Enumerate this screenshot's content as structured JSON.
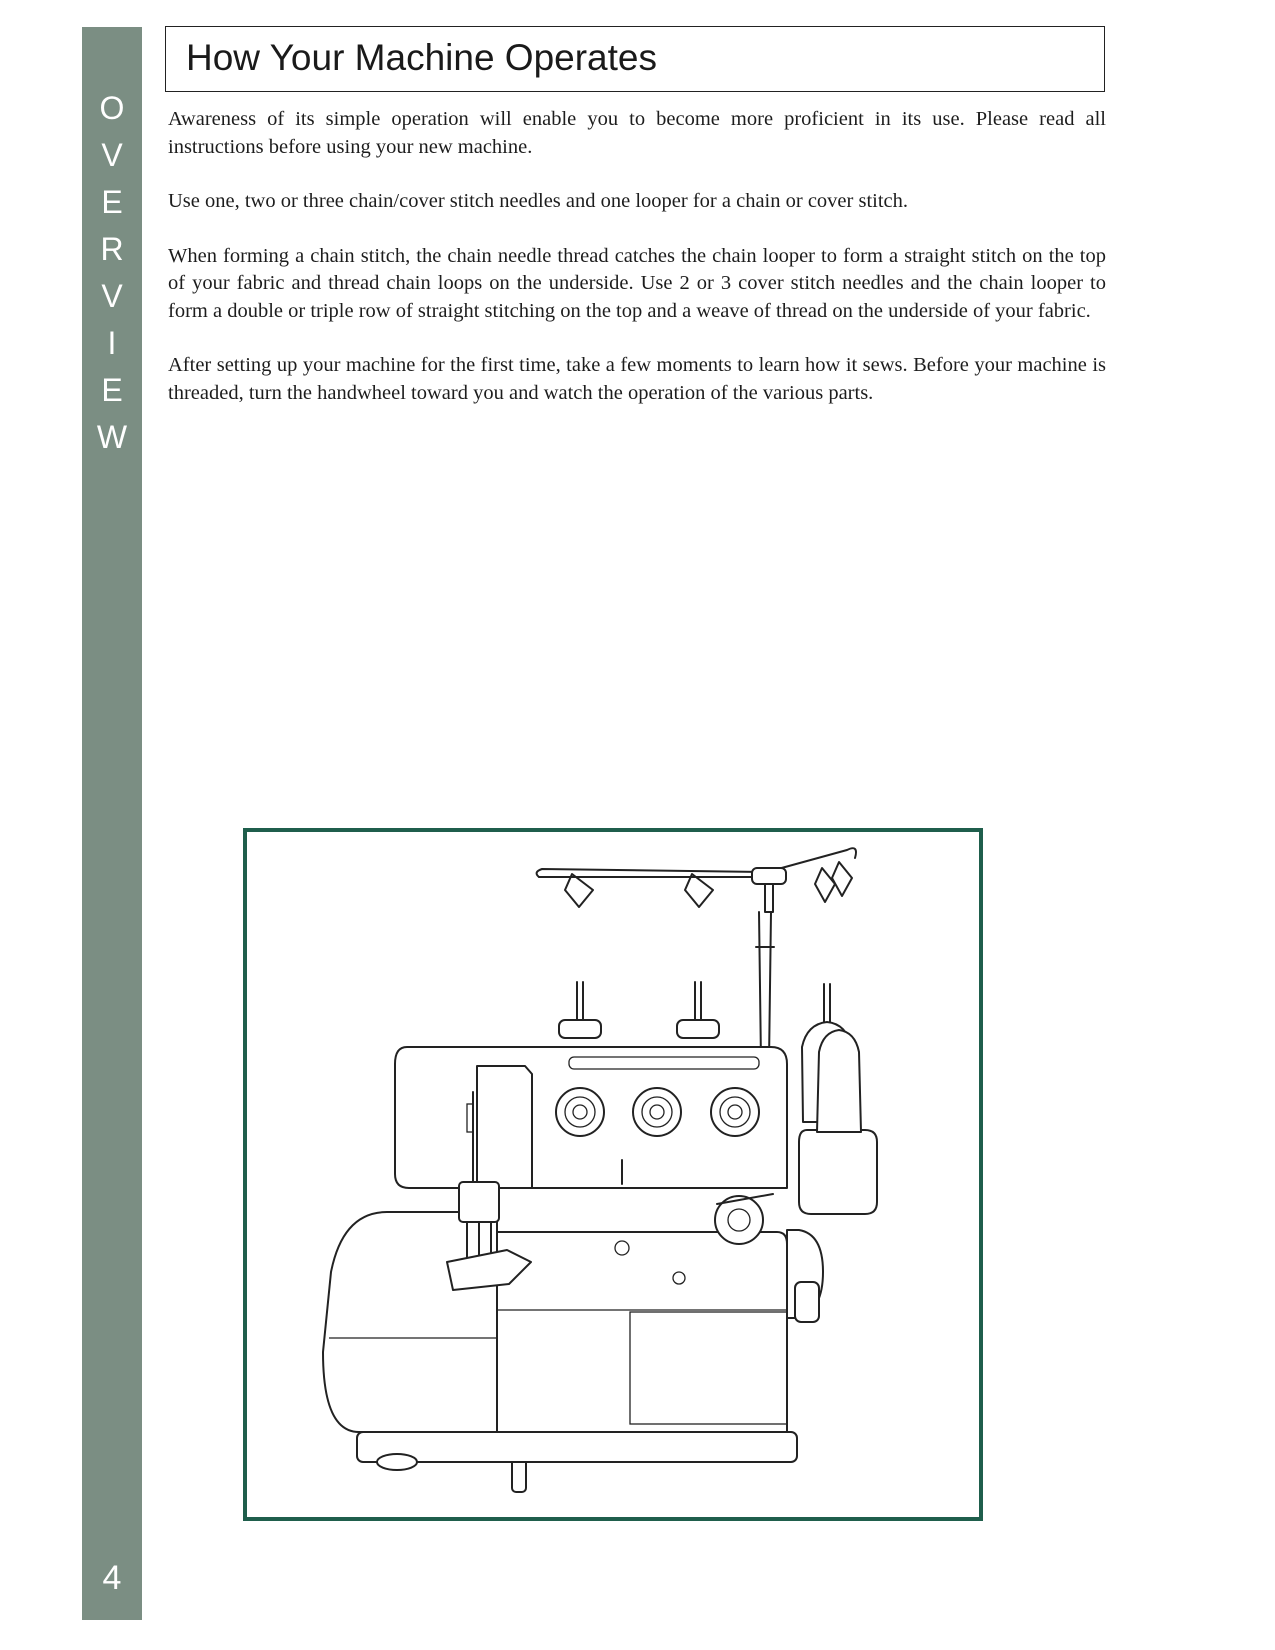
{
  "sidebar": {
    "section_letters": [
      "O",
      "V",
      "E",
      "R",
      "V",
      "I",
      "E",
      "W"
    ],
    "page_number": "4",
    "color": "#7b8e83"
  },
  "page": {
    "title": "How Your Machine Operates",
    "paragraphs": [
      "Awareness of its simple operation will enable you to become more proficient in its use. Please read all instructions before using your new machine.",
      "Use one, two or three chain/cover stitch needles and one looper for a chain or cover stitch.",
      "When forming a chain stitch, the chain needle thread catches the chain looper to form a straight stitch on the top of your fabric and thread chain loops on the underside.  Use 2 or 3 cover stitch needles and the chain looper to form a double or triple row of straight stitching on the top and a weave of thread on the underside of your fabric.",
      "After setting up your machine for the first time, take a few moments to learn how it sews.  Before your machine is threaded, turn the handwheel toward you and watch the operation of the various parts."
    ]
  },
  "figure": {
    "frame_color": "#1f5e4c"
  }
}
